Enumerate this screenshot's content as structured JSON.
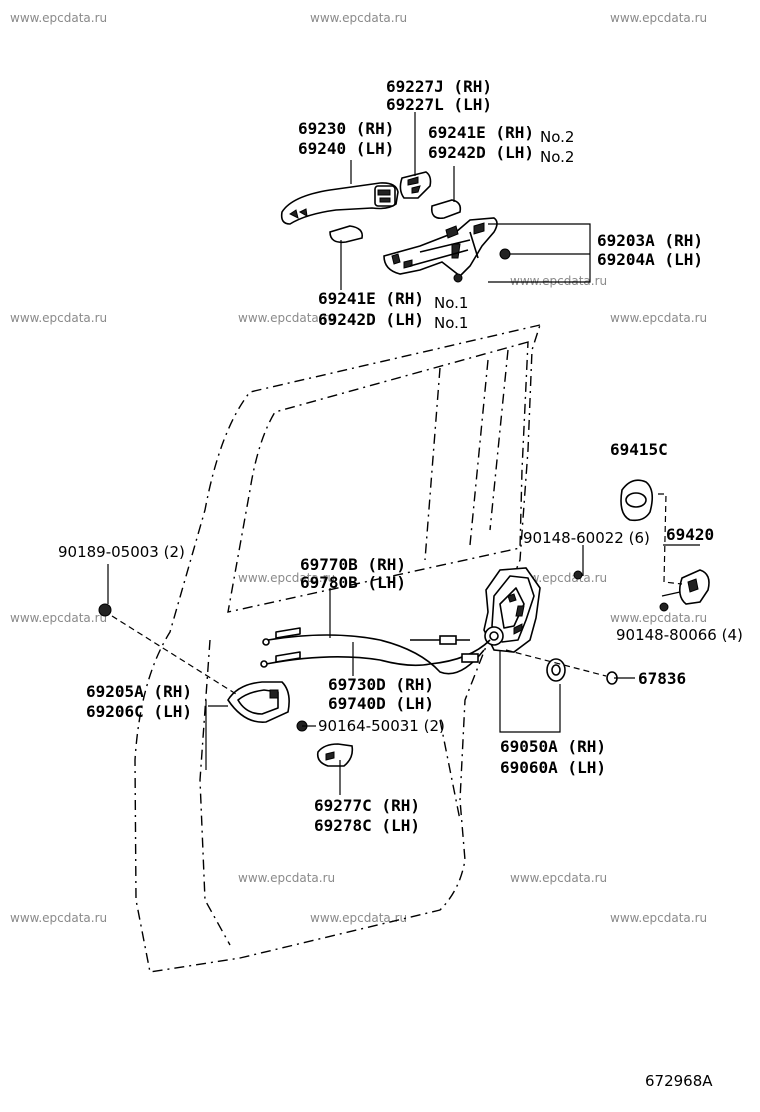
{
  "watermark": "www.epcdata.ru",
  "diagram_code": "672968A",
  "labels": {
    "p69227": [
      "69227J (RH)",
      "69227L (LH)"
    ],
    "p69230": [
      "69230 (RH)",
      "69240 (LH)"
    ],
    "p69241_no2": [
      "69241E (RH)",
      "69242D (LH)"
    ],
    "no2": "No.2",
    "p69203": [
      "69203A (RH)",
      "69204A (LH)"
    ],
    "p69241_no1": [
      "69241E (RH)",
      "69242D (LH)"
    ],
    "no1": "No.1",
    "p69415": "69415C",
    "p90148_60022": "90148-60022 (6)",
    "p69420": "69420",
    "p90189": "90189-05003 (2)",
    "p69770": [
      "69770B (RH)",
      "69780B (LH)"
    ],
    "p90148_80066": "90148-80066 (4)",
    "p67836": "67836",
    "p69205": [
      "69205A (RH)",
      "69206C (LH)"
    ],
    "p69730": [
      "69730D (RH)",
      "69740D (LH)"
    ],
    "p90164": "90164-50031 (2)",
    "p69050": [
      "69050A (RH)",
      "69060A (LH)"
    ],
    "p69277": [
      "69277C (RH)",
      "69278C (LH)"
    ]
  }
}
